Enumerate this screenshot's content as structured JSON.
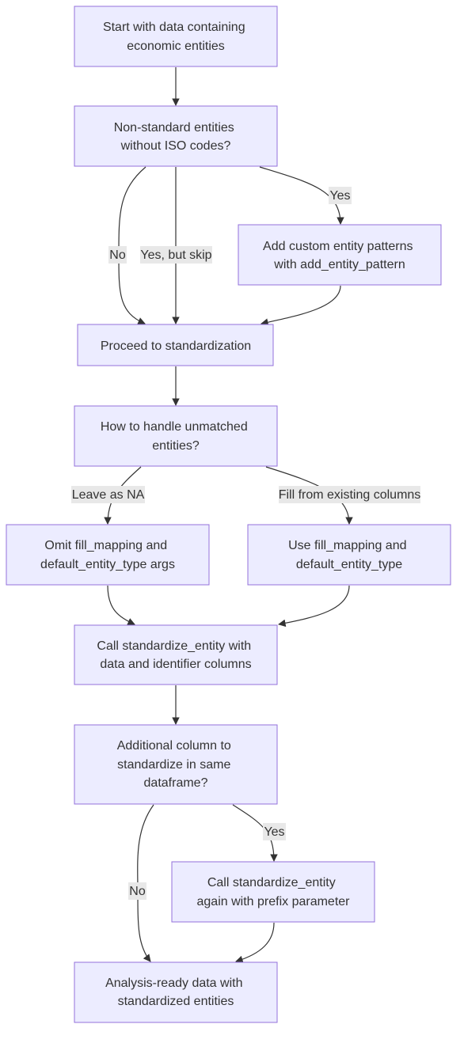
{
  "nodes": {
    "start": [
      "Start with data containing",
      "economic entities"
    ],
    "nonstandard": [
      "Non-standard entities",
      "without ISO codes?"
    ],
    "add_pattern": [
      "Add custom entity patterns",
      "with add_entity_pattern"
    ],
    "proceed": [
      "Proceed to standardization"
    ],
    "unmatched": [
      "How to handle unmatched",
      "entities?"
    ],
    "omit": [
      "Omit fill_mapping and",
      "default_entity_type args"
    ],
    "use_fill": [
      "Use fill_mapping and",
      "default_entity_type"
    ],
    "call": [
      "Call standardize_entity with",
      "data and identifier columns"
    ],
    "additional": [
      "Additional column to",
      "standardize in same",
      "dataframe?"
    ],
    "call_again": [
      "Call standardize_entity",
      "again with prefix parameter"
    ],
    "result": [
      "Analysis-ready data with",
      "standardized entities"
    ]
  },
  "edge_labels": {
    "no_1": "No",
    "yes_skip": "Yes, but skip",
    "yes_1": "Yes",
    "leave_na": "Leave as NA",
    "fill_existing": "Fill from existing columns",
    "yes_2": "Yes",
    "no_2": "No"
  },
  "colors": {
    "node_fill": "#ececff",
    "node_stroke": "#9370db",
    "edge": "#333333",
    "label_bg": "#e8e8e8",
    "text": "#333333"
  }
}
